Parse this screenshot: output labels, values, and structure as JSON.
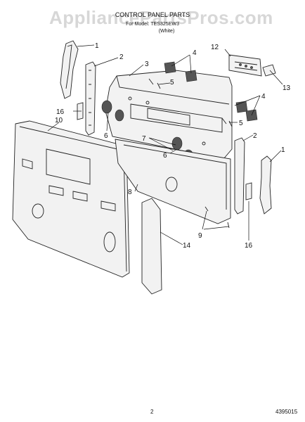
{
  "watermark": "AppliancePartsPros.com",
  "header": {
    "title": "CONTROL PANEL PARTS",
    "subtitle": "For Model: TES325EW3",
    "version": "(White)"
  },
  "callouts": [
    "1",
    "2",
    "3",
    "4",
    "5",
    "12",
    "13",
    "16",
    "10",
    "6",
    "7",
    "8",
    "9",
    "14",
    "4",
    "5",
    "2",
    "1",
    "6",
    "16"
  ],
  "footer": {
    "page_number": "2",
    "doc_number": "4395015"
  }
}
